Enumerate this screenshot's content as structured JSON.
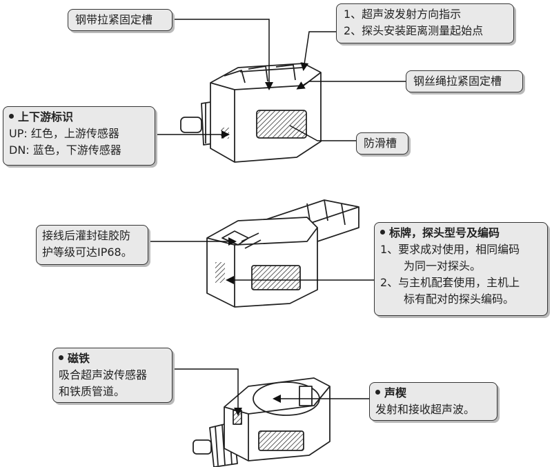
{
  "callouts": {
    "steel_strap": {
      "lines": [
        "钢带拉紧固定槽"
      ]
    },
    "direction": {
      "lines": [
        "1、超声波发射方向指示",
        "2、探头安装距离测量起始点"
      ]
    },
    "wire_rope": {
      "lines": [
        "钢丝绳拉紧固定槽"
      ]
    },
    "upstream": {
      "title": "上下游标识",
      "lines": [
        "UP: 红色，上游传感器",
        "DN: 蓝色，下游传感器"
      ]
    },
    "antislip": {
      "lines": [
        "防滑槽"
      ]
    },
    "potting": {
      "lines": [
        "接线后灌封硅胶防",
        "护等级可达IP68。"
      ]
    },
    "label": {
      "title": "标牌，探头型号及编码",
      "lines": [
        "1、要求成对使用，相同编码",
        "为同一对探头。",
        "2、与主机配套使用，主机上",
        "标有配对的探头编码。"
      ]
    },
    "magnet": {
      "title": "磁铁",
      "lines": [
        "吸合超声波传感器",
        "和铁质管道。"
      ]
    },
    "wedge": {
      "title": "声楔",
      "lines": [
        "发射和接收超声波。"
      ]
    }
  }
}
